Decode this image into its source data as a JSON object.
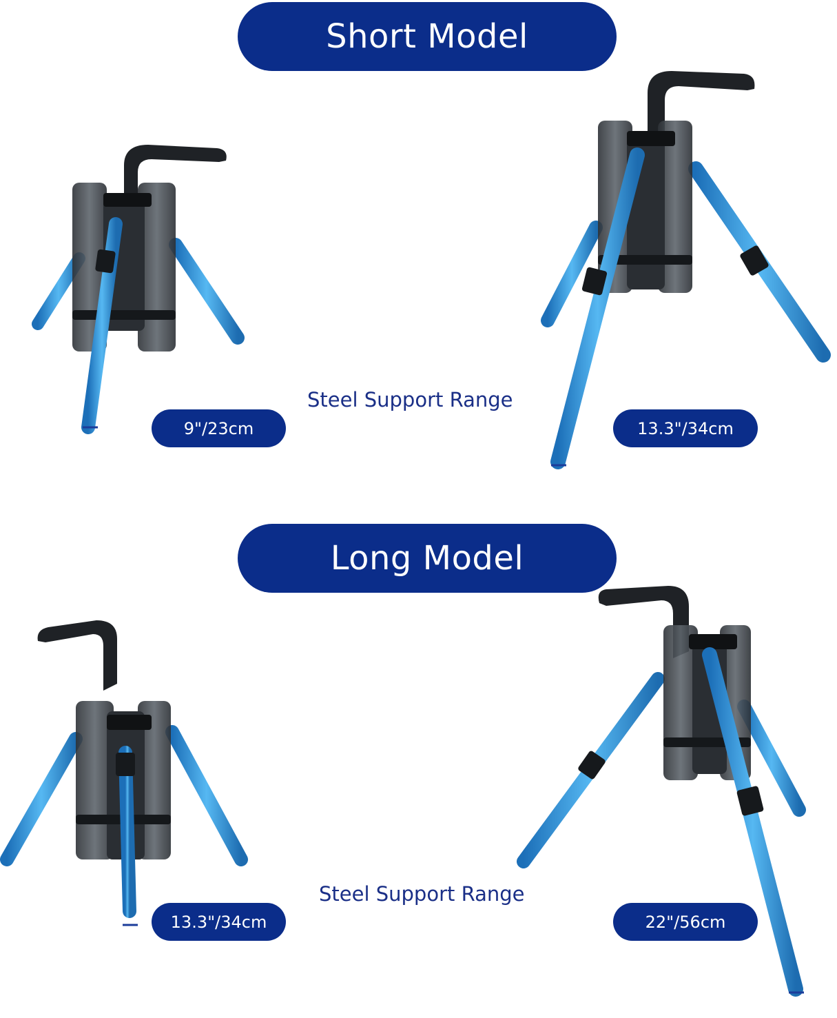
{
  "short_model": {
    "title": "Short Model",
    "range_label": "Steel Support Range",
    "min_length": "9\"/23cm",
    "max_length": "13.3\"/34cm"
  },
  "long_model": {
    "title": "Long Model",
    "range_label": "Steel Support Range",
    "min_length": "13.3\"/34cm",
    "max_length": "22\"/56cm"
  },
  "colors": {
    "pill": "#0b2d8a",
    "leg_blue": "#3b9ee2",
    "tube": "#3d4247"
  }
}
